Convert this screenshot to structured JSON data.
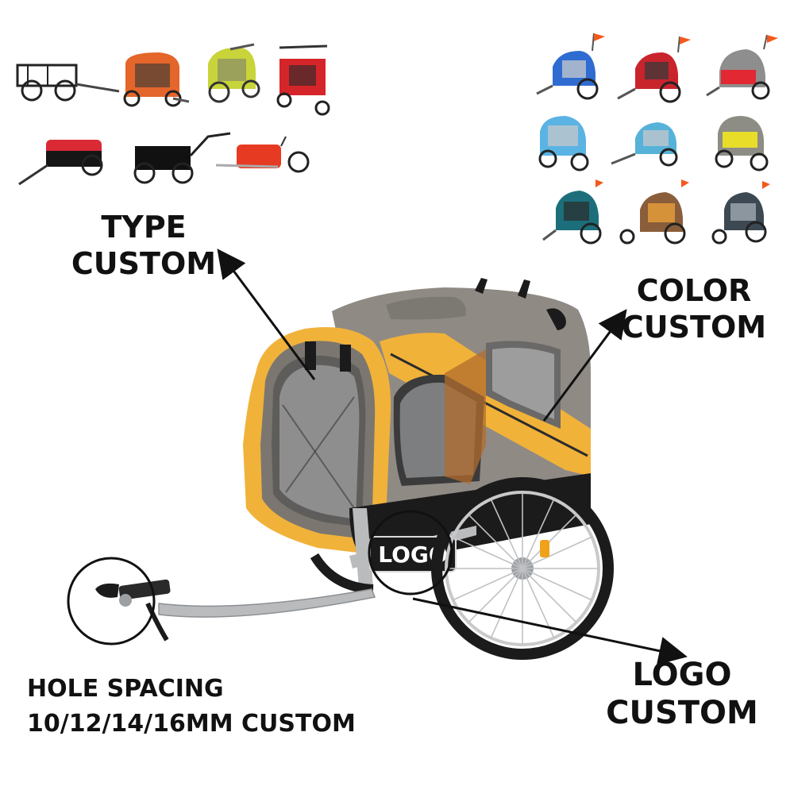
{
  "labels": {
    "type": {
      "line1": "TYPE",
      "line2": "CUSTOM"
    },
    "color": {
      "line1": "COLOR",
      "line2": "CUSTOM"
    },
    "logo": {
      "line1": "LOGO",
      "line2": "CUSTOM"
    },
    "hole_spacing": {
      "line1": "HOLE SPACING",
      "line2": "10/12/14/16MM CUSTOM"
    }
  },
  "trailer_badge": "LOGO",
  "colors": {
    "text": "#111111",
    "canopy_grey": "#8f8a84",
    "canopy_yellow": "#f1b23a",
    "frame_silver": "#b9bbbd",
    "tire_black": "#1b1b1b"
  },
  "type_thumbnails": [
    "black-cargo-rack-trailer",
    "orange-pet-trailer",
    "yellow-child-trailer",
    "red-pet-stroller",
    "red-black-cargo-trailer",
    "black-cargo-box-trailer",
    "red-bag-cargo-trailer"
  ],
  "color_thumbnails": [
    "blue-child-trailer",
    "red-child-trailer",
    "red-grey-child-trailer",
    "light-blue-child-trailer",
    "sky-blue-child-trailer",
    "yellow-grey-child-trailer",
    "teal-child-trailer",
    "brown-child-trailer",
    "grey-child-trailer"
  ]
}
